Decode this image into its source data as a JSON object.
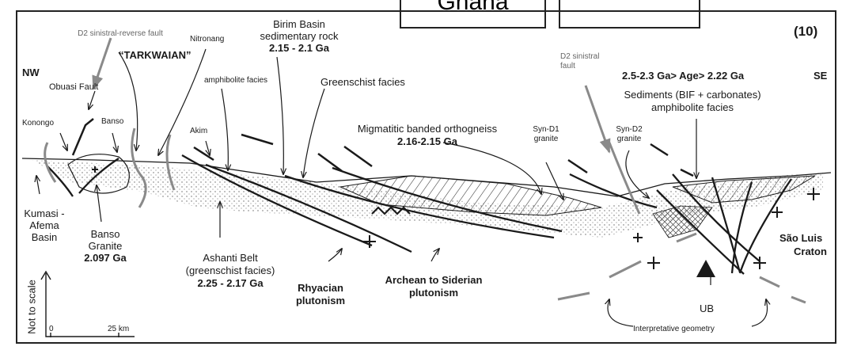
{
  "panel_number": "(10)",
  "tabs": {
    "left": "Ghana",
    "right": ""
  },
  "orientation": {
    "left": "NW",
    "right": "SE"
  },
  "labels": {
    "d2_sinistral_reverse": "D2 sinistral-reverse fault",
    "tarkwaian": "“TARKWAIAN”",
    "nitronang": "Nitronang",
    "birim_basin": [
      "Birim Basin",
      "sedimentary rock"
    ],
    "birim_age": "2.15 - 2.1 Ga",
    "amphibolite_facies": "amphibolite facies",
    "greenschist_facies": "Greenschist facies",
    "obuasi_fault": "Obuasi Fault",
    "konongo": "Konongo",
    "banso_small": "Banso",
    "akim": "Akim",
    "d2_sinistral_fault": [
      "D2 sinistral",
      "fault"
    ],
    "age_range": "2.5-2.3 Ga> Age> 2.22 Ga",
    "sediments": [
      "Sediments (BIF + carbonates)",
      "amphibolite facies"
    ],
    "migmatitic": "Migmatitic banded orthogneiss",
    "migmatitic_age": "2.16-2.15 Ga",
    "syn_d1": [
      "Syn-D1",
      "granite"
    ],
    "syn_d2": [
      "Syn-D2",
      "granite"
    ],
    "kumasi": [
      "Kumasi -",
      "Afema",
      "Basin"
    ],
    "banso_granite": [
      "Banso",
      "Granite"
    ],
    "banso_age": "2.097 Ga",
    "ashanti": [
      "Ashanti Belt",
      "(greenschist facies)"
    ],
    "ashanti_age": "2.25 - 2.17 Ga",
    "rhyacian": [
      "Rhyacian",
      "plutonism"
    ],
    "archean": [
      "Archean to Siderian",
      "plutonism"
    ],
    "sao_luis": [
      "São Luis",
      "Craton"
    ],
    "ub": "UB",
    "interpretative": "Interpretative geometry",
    "not_to_scale": "Not to scale",
    "scale_zero": "0",
    "scale_25": "25 km"
  },
  "colors": {
    "ink": "#1a1a1a",
    "gray": "#8a8a8a",
    "frame": "#222222"
  }
}
